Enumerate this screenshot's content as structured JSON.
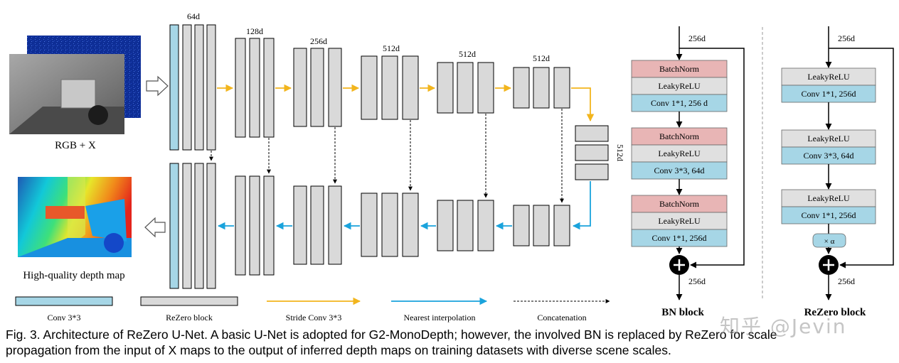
{
  "input": {
    "label": "RGB + X"
  },
  "output": {
    "label": "High-quality depth map"
  },
  "channels": {
    "c64": "64d",
    "c128": "128d",
    "c256": "256d",
    "c512a": "512d",
    "c512b": "512d",
    "c512c": "512d",
    "bottleneck": "512d"
  },
  "legend": {
    "conv": "Conv 3*3",
    "rezero": "ReZero block",
    "stride": "Stride Conv 3*3",
    "nearest": "Nearest interpolation",
    "concat": "Concatenation"
  },
  "bn_block": {
    "title": "BN block",
    "in_dim": "256d",
    "out_dim": "256d",
    "layers": [
      "BatchNorm",
      "LeakyReLU",
      "Conv 1*1, 256 d",
      "BatchNorm",
      "LeakyReLU",
      "Conv 3*3, 64d",
      "BatchNorm",
      "LeakyReLU",
      "Conv 1*1, 256d"
    ]
  },
  "rezero_block": {
    "title": "ReZero block",
    "in_dim": "256d",
    "out_dim": "256d",
    "layers": [
      "LeakyReLU",
      "Conv 1*1, 256d",
      "LeakyReLU",
      "Conv 3*3, 64d",
      "LeakyReLU",
      "Conv 1*1, 256d"
    ],
    "alpha": "× α"
  },
  "caption": {
    "line1": "Fig. 3. Architecture of ReZero U-Net. A basic U-Net is adopted for G2-MonoDepth; however, the involved BN is replaced by ReZero for scale",
    "line2": "propagation from the input of X maps to the output of inferred depth maps on training datasets with diverse scene scales."
  },
  "watermark": "知乎 @Jevin",
  "colors": {
    "conv": "#a6d6e6",
    "rezero": "#d9d9d9",
    "stride": "#f2b51d",
    "nearest": "#1aa3dc",
    "batchnorm": "#e8b5b5",
    "layer_gray": "#e0e0e0"
  }
}
